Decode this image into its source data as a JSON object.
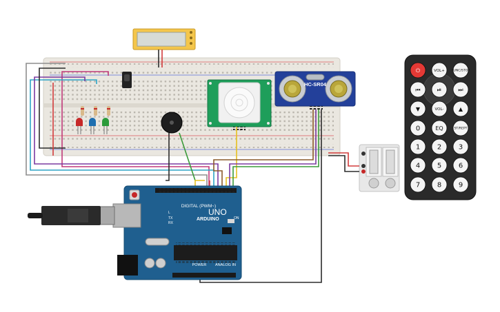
{
  "colors": {
    "arduino": "#1f5f8f",
    "arduino_dark": "#184e78",
    "breadboard": "#e9e6df",
    "ultrasonic": "#23409a",
    "pir": "#1e9e5a",
    "lcd": "#f4c64c",
    "remote": "#2a2a2a",
    "wire_red": "#d23b3b",
    "wire_black": "#2b2b2b",
    "wire_green": "#3a9a3a",
    "wire_yellow": "#e6c020",
    "wire_purple": "#7a3aa0",
    "wire_magenta": "#c0397a",
    "wire_cyan": "#2ba4c6",
    "wire_gray": "#8d8d8d",
    "wire_brown": "#8a5a2a"
  },
  "arduino": {
    "brand": "ARDUINO",
    "model": "UNO",
    "digital_header": "DIGITAL (PWM~)",
    "power_header": "POWER",
    "analog_header": "ANALOG IN",
    "tx": "TX",
    "rx": "RX",
    "on": "ON",
    "l": "L"
  },
  "ultrasonic": {
    "label": "HC-SR04"
  },
  "remote": {
    "buttons": [
      {
        "label": "⏻",
        "kind": "power"
      },
      {
        "label": "VOL+"
      },
      {
        "label": "FUNC/STOP"
      },
      {
        "label": "⏮"
      },
      {
        "label": "⏯"
      },
      {
        "label": "⏭"
      },
      {
        "label": "▼"
      },
      {
        "label": "VOL-"
      },
      {
        "label": "▲"
      },
      {
        "label": "0"
      },
      {
        "label": "EQ"
      },
      {
        "label": "ST/REPT"
      },
      {
        "label": "1"
      },
      {
        "label": "2"
      },
      {
        "label": "3"
      },
      {
        "label": "4"
      },
      {
        "label": "5"
      },
      {
        "label": "6"
      },
      {
        "label": "7"
      },
      {
        "label": "8"
      },
      {
        "label": "9"
      }
    ]
  }
}
